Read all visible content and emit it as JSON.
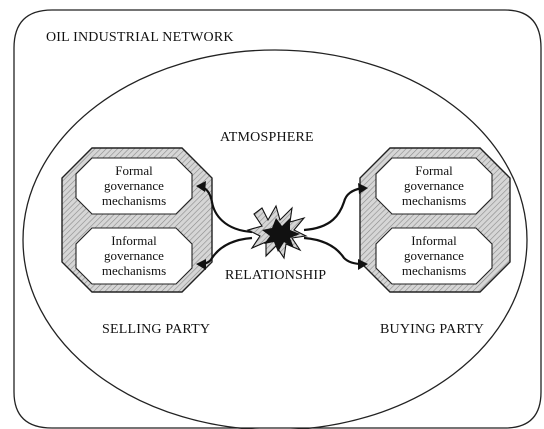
{
  "network_label": "OIL INDUSTRIAL NETWORK",
  "atmosphere_label": "ATMOSPHERE",
  "relationship_label": "RELATIONSHIP",
  "selling_party": {
    "label": "SELLING PARTY",
    "formal": [
      "Formal",
      "governance",
      "mechanisms"
    ],
    "informal": [
      "Informal",
      "governance",
      "mechanisms"
    ]
  },
  "buying_party": {
    "label": "BUYING PARTY",
    "formal": [
      "Formal",
      "governance",
      "mechanisms"
    ],
    "informal": [
      "Informal",
      "governance",
      "mechanisms"
    ]
  }
}
